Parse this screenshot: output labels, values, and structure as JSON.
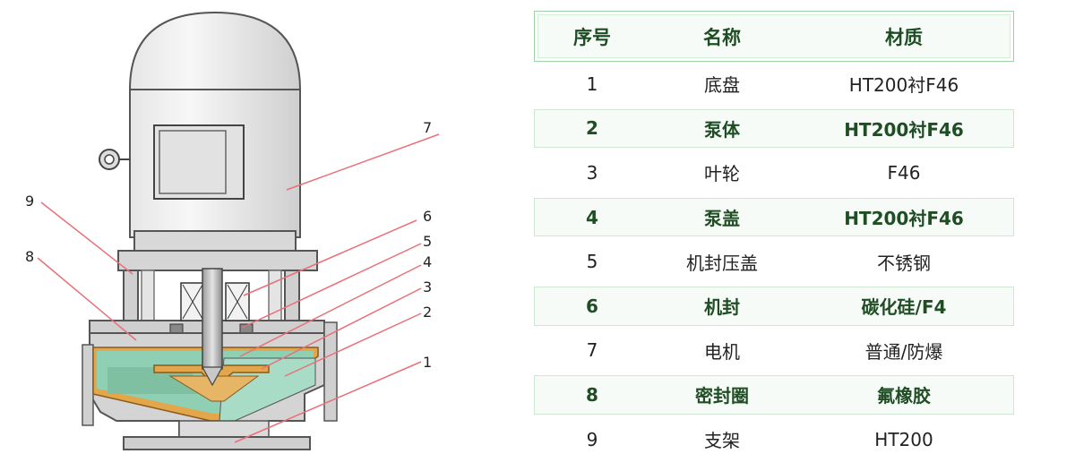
{
  "diagram": {
    "callouts": [
      "1",
      "2",
      "3",
      "4",
      "5",
      "6",
      "7",
      "8",
      "9"
    ]
  },
  "table": {
    "headers": [
      "序号",
      "名称",
      "材质"
    ],
    "rows": [
      {
        "no": "1",
        "name": "底盘",
        "material": "HT200衬F46",
        "highlight": false
      },
      {
        "no": "2",
        "name": "泵体",
        "material": "HT200衬F46",
        "highlight": true
      },
      {
        "no": "3",
        "name": "叶轮",
        "material": "F46",
        "highlight": false
      },
      {
        "no": "4",
        "name": "泵盖",
        "material": "HT200衬F46",
        "highlight": true
      },
      {
        "no": "5",
        "name": "机封压盖",
        "material": "不锈钢",
        "highlight": false
      },
      {
        "no": "6",
        "name": "机封",
        "material": "碳化硅/F4",
        "highlight": true
      },
      {
        "no": "7",
        "name": "电机",
        "material": "普通/防爆",
        "highlight": false
      },
      {
        "no": "8",
        "name": "密封圈",
        "material": "氟橡胶",
        "highlight": true
      },
      {
        "no": "9",
        "name": "支架",
        "material": "HT200",
        "highlight": false
      }
    ]
  },
  "colors": {
    "lining": "#e3a64a",
    "pump_body": "#8fcfb4",
    "callout_line": "#e8707a",
    "table_header_text": "#1d4e23",
    "highlight_border": "#cfe6d3"
  }
}
